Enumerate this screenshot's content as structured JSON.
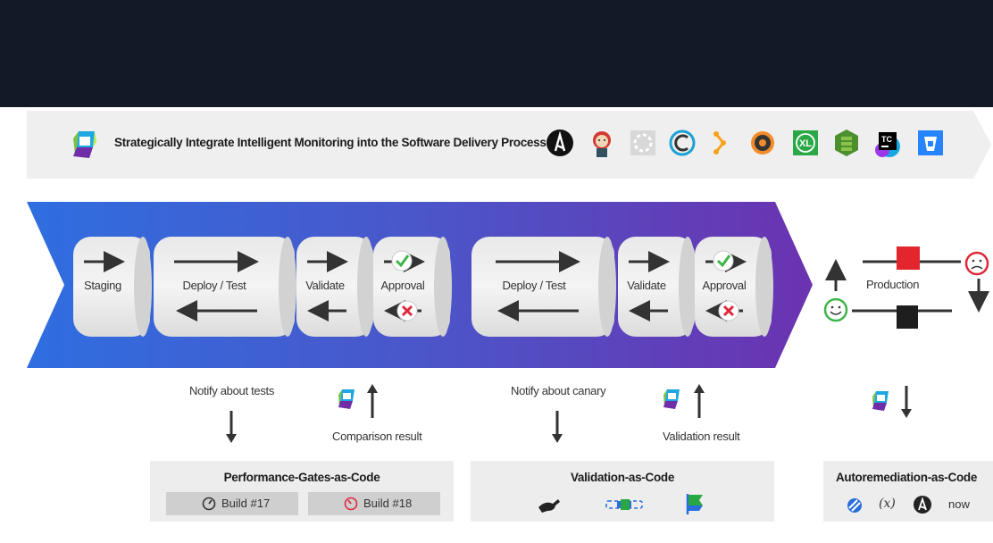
{
  "header": {
    "title": "Strategically Integrate Intelligent Monitoring into the Software Delivery Process",
    "tools": [
      "ansible-icon",
      "jenkins-icon",
      "spinnaker-icon",
      "cloudbees-icon",
      "gitlab-pipeline-icon",
      "circleci-icon",
      "xebialabs-xl-icon",
      "aws-codepipeline-icon",
      "teamcity-icon",
      "bitbucket-icon"
    ]
  },
  "pipeline": {
    "stages": [
      "Staging",
      "Deploy / Test",
      "Validate",
      "Approval",
      "Deploy / Test",
      "Validate",
      "Approval"
    ]
  },
  "production": {
    "label": "Production"
  },
  "notes": {
    "notify_tests": "Notify about tests",
    "comparison_result": "Comparison result",
    "notify_canary": "Notify about canary",
    "validation_result": "Validation result"
  },
  "panels": {
    "performance": {
      "title": "Performance-Gates-as-Code",
      "builds": [
        "Build #17",
        "Build #18"
      ]
    },
    "validation": {
      "title": "Validation-as-Code"
    },
    "autoremediation": {
      "title": "Autoremediation-as-Code",
      "icon_text": "(x)",
      "now_text": "now"
    }
  },
  "colors": {
    "band": "#141928",
    "gradient_start": "#2f6ee0",
    "gradient_end": "#6b33b0",
    "panel": "#ededed",
    "check": "#3cb54a",
    "cross": "#e0283a",
    "prod_red": "#e3262e"
  }
}
